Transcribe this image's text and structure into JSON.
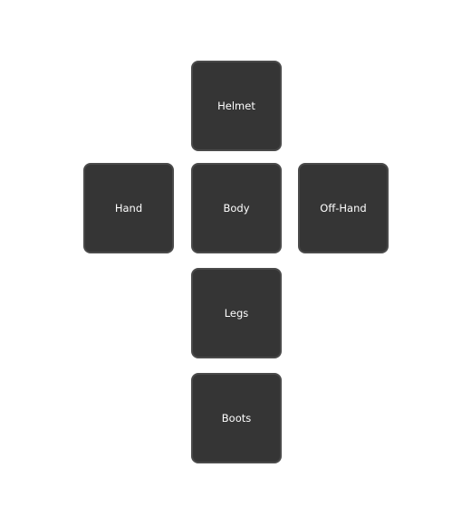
{
  "colors": {
    "background": "#ffffff",
    "slot_fill": "#353535",
    "slot_border": "#4a4a4a",
    "label": "#ffffff"
  },
  "equipment_slots": {
    "helmet": {
      "label": "Helmet"
    },
    "hand": {
      "label": "Hand"
    },
    "body": {
      "label": "Body"
    },
    "off_hand": {
      "label": "Off-Hand"
    },
    "legs": {
      "label": "Legs"
    },
    "boots": {
      "label": "Boots"
    }
  }
}
